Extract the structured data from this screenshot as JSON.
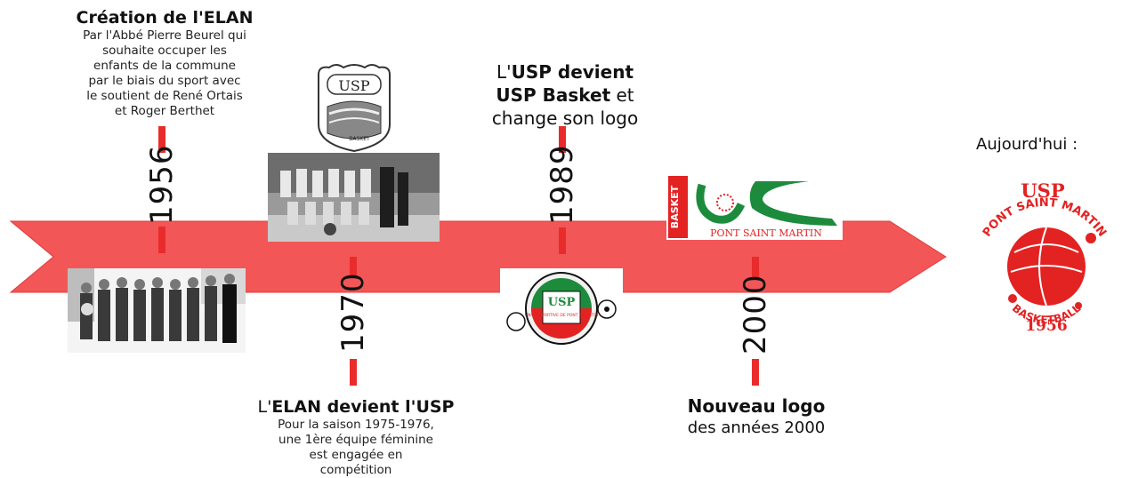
{
  "events": [
    {
      "year": "1956",
      "title": "Création de l'ELAN",
      "desc": [
        "Par l'Abbé Pierre Beurel qui",
        "souhaite occuper les",
        "enfants de la commune",
        "par le biais du sport avec",
        "le soutient de René Ortais",
        "et Roger Berthet"
      ]
    },
    {
      "year": "1970",
      "title_pre": "L'",
      "title_bold": "ELAN devient l'USP",
      "desc": [
        "Pour la saison 1975-1976,",
        "une 1ère équipe féminine",
        "est engagée en",
        "compétition"
      ]
    },
    {
      "year": "1989",
      "line1_pre": "L'",
      "line1_bold": "USP devient",
      "line2_bold": "USP Basket",
      "line2_post": " et",
      "line3": "change son logo"
    },
    {
      "year": "2000",
      "title": "Nouveau logo",
      "desc": "des années 2000"
    }
  ],
  "today_label": "Aujourd'hui :",
  "logos": {
    "old_badge": "USP",
    "old_badge_small": "BASKET",
    "round_logo_letters": "USP",
    "round_logo_ring": "UNION SPORTIVE DE PONT S'MARTIN",
    "logo2000_tag": "BASKET",
    "logo2000_name": "PONT SAINT MARTIN",
    "current_top": "USP",
    "current_arc": "PONT SAINT MARTIN",
    "current_bottom": "BASKETBALL",
    "current_year": "1956"
  },
  "colors": {
    "arrow": "#f25656",
    "arrow_stroke": "#e33a3a",
    "tick": "#ea2b2b",
    "logo_red": "#e32222",
    "logo_green": "#1c8c3c"
  }
}
